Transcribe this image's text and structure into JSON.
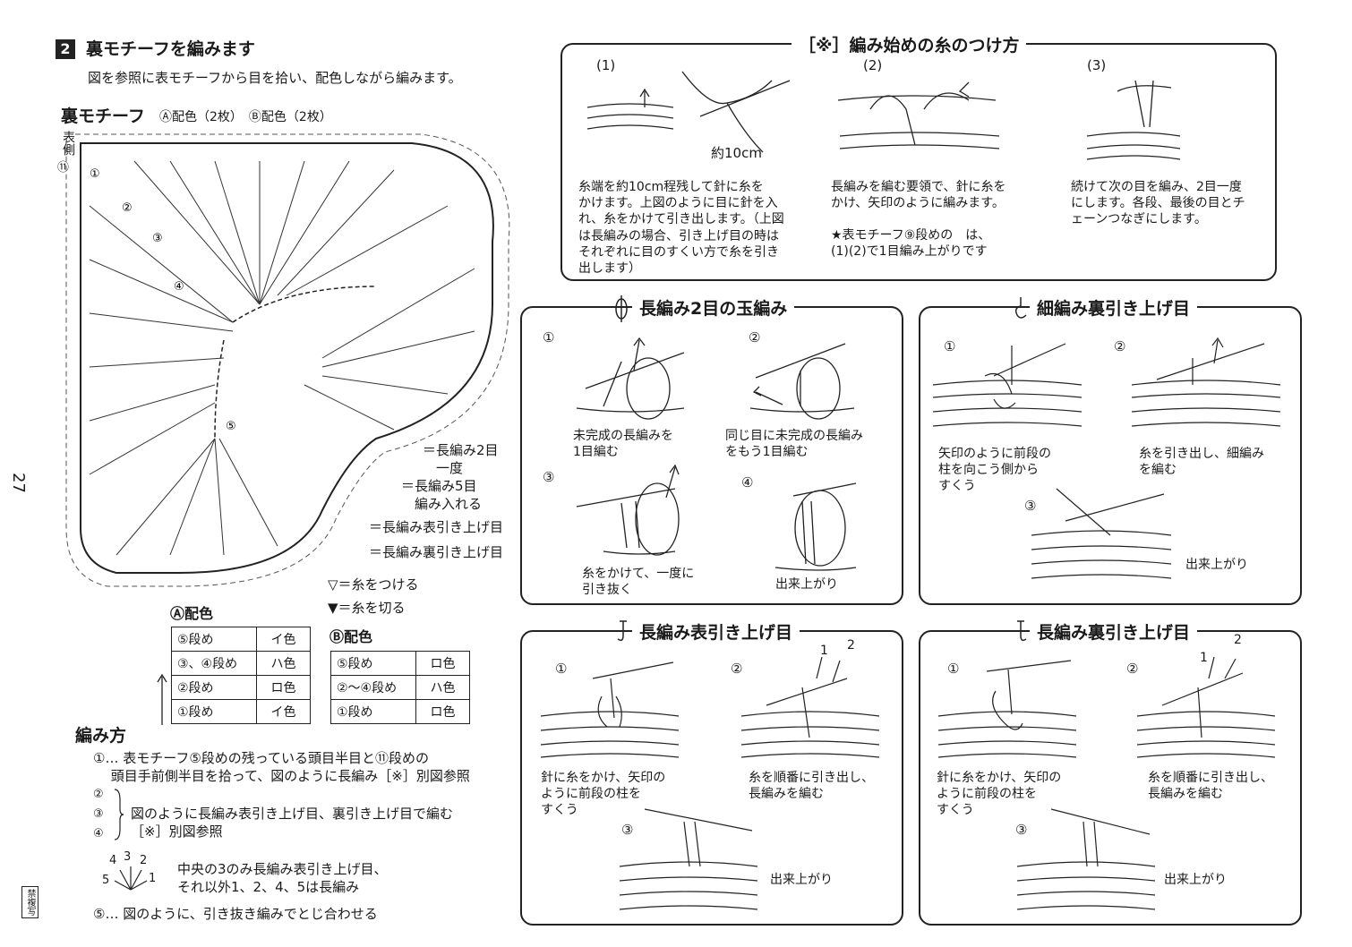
{
  "page_number": "27",
  "section": {
    "number": "2",
    "title": "裏モチーフを編みます",
    "intro": "図を参照に表モチーフから目を拾い、配色しながら編みます。"
  },
  "diagram": {
    "title": "裏モチーフ",
    "subtitle": "Ⓐ配色（2枚）　Ⓑ配色（2枚）",
    "side_label": "表側",
    "round_labels": [
      "①",
      "②",
      "③",
      "④",
      "⑤",
      "⑪"
    ]
  },
  "legend": [
    {
      "symbol": "dc2tog-icon",
      "text": "＝長編み2目\n　一度"
    },
    {
      "symbol": "dc5-fan-icon",
      "text": "＝長編み5目\n　編み入れる"
    },
    {
      "symbol": "fpdc-icon",
      "text": "＝長編み表引き上げ目"
    },
    {
      "symbol": "bpdc-icon",
      "text": "＝長編み裏引き上げ目"
    },
    {
      "symbol": "join-yarn-icon",
      "text": "▽＝糸をつける"
    },
    {
      "symbol": "cut-yarn-icon",
      "text": "▼＝糸を切る"
    }
  ],
  "color_table_a": {
    "title": "Ⓐ配色",
    "rows": [
      [
        "⑤段め",
        "イ色"
      ],
      [
        "③、④段め",
        "ハ色"
      ],
      [
        "②段め",
        "ロ色"
      ],
      [
        "①段め",
        "イ色"
      ]
    ]
  },
  "color_table_b": {
    "title": "Ⓑ配色",
    "rows": [
      [
        "⑤段め",
        "ロ色"
      ],
      [
        "②〜④段め",
        "ハ色"
      ],
      [
        "①段め",
        "ロ色"
      ]
    ]
  },
  "method": {
    "title": "編み方",
    "step1": "①… 表モチーフ⑤段めの残っている頭目半目と⑪段めの\n　 頭目手前側半目を拾って、図のように長編み［※］別図参照",
    "step2_labels": [
      "②",
      "③",
      "④"
    ],
    "step2": "図のように長編み表引き上げ目、裏引き上げ目で編む\n［※］別図参照",
    "fan_labels": [
      "4",
      "3",
      "2",
      "5",
      "1"
    ],
    "fan_note": "中央の3のみ長編み表引き上げ目、\nそれ以外1、2、4、5は長編み",
    "step5": "⑤… 図のように、引き抜き編みでとじ合わせる"
  },
  "panel_start": {
    "title": "［※］編み始めの糸のつけ方",
    "steps": [
      {
        "num": "(1)",
        "note": "約10cm",
        "text": "糸端を約10cm程残して針に糸を\nかけます。上図のように目に針を入\nれ、糸をかけて引き出します。（上図\nは長編みの場合、引き上げ目の時は\nそれぞれに目のすくい方で糸を引き\n出します）"
      },
      {
        "num": "(2)",
        "text": "長編みを編む要領で、針に糸を\nかけ、矢印のように編みます。"
      },
      {
        "num": "(3)",
        "text": "続けて次の目を編み、2目一度\nにします。各段、最後の目とチ\nェーンつなぎにします。"
      }
    ],
    "star_note": "★表モチーフ⑨段めの　は、\n(1)(2)で1目編み上がりです"
  },
  "panel_puff": {
    "title": "長編み2目の玉編み",
    "steps": [
      {
        "num": "①",
        "text": "未完成の長編みを\n1目編む"
      },
      {
        "num": "②",
        "text": "同じ目に未完成の長編み\nをもう1目編む"
      },
      {
        "num": "③",
        "text": "糸をかけて、一度に\n引き抜く"
      },
      {
        "num": "④",
        "text": "出来上がり"
      }
    ]
  },
  "panel_bpsc": {
    "title": "細編み裏引き上げ目",
    "steps": [
      {
        "num": "①",
        "text": "矢印のように前段の\n柱を向こう側から\nすくう"
      },
      {
        "num": "②",
        "text": "糸を引き出し、細編み\nを編む"
      },
      {
        "num": "③",
        "text": "出来上がり"
      }
    ]
  },
  "panel_fpdc": {
    "title": "長編み表引き上げ目",
    "steps": [
      {
        "num": "①",
        "text": "針に糸をかけ、矢印の\nように前段の柱を\nすくう"
      },
      {
        "num": "②",
        "text": "糸を順番に引き出し、\n長編みを編む"
      },
      {
        "num": "③",
        "text": "出来上がり"
      }
    ],
    "arrow_labels": [
      "1",
      "2"
    ]
  },
  "panel_bpdc": {
    "title": "長編み裏引き上げ目",
    "steps": [
      {
        "num": "①",
        "text": "針に糸をかけ、矢印の\nように前段の柱を\nすくう"
      },
      {
        "num": "②",
        "text": "糸を順番に引き出し、\n長編みを編む"
      },
      {
        "num": "③",
        "text": "出来上がり"
      }
    ],
    "arrow_labels": [
      "1",
      "2"
    ]
  },
  "footer_tag": "禁複写"
}
